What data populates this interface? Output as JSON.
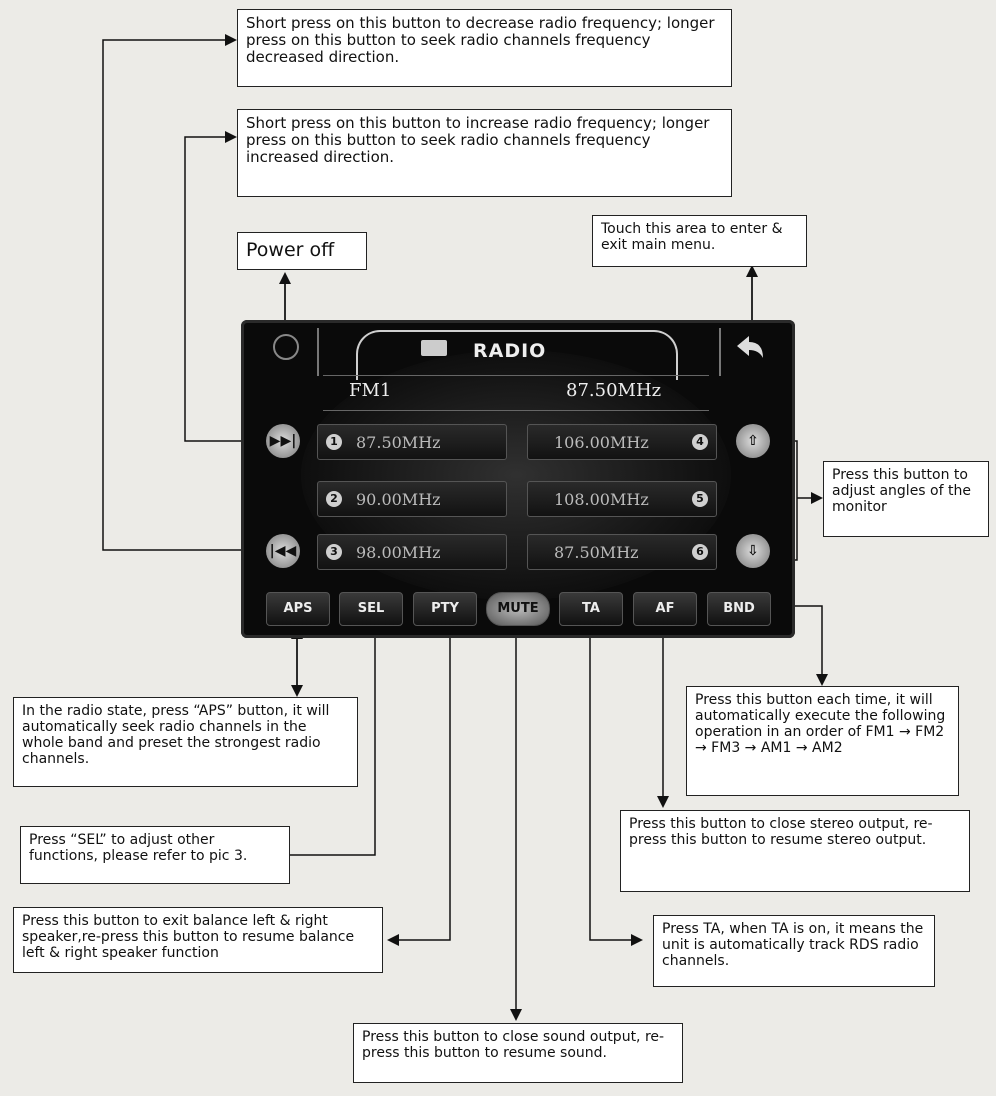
{
  "callouts": {
    "decrease": "Short press on this button to decrease radio frequency; longer press on this button to seek radio channels frequency decreased direction.",
    "increase": "Short press on this button to increase radio frequency; longer press on this button to seek radio channels frequency increased direction.",
    "power_off": "Power off",
    "main_menu": "Touch this area to enter & exit main menu.",
    "angles": "Press this button to adjust angles of the monitor",
    "band": "Press this button each time, it will automatically execute the following operation in an order of FM1 → FM2 → FM3 → AM1 → AM2",
    "aps": "In the radio state, press “APS” button, it will automatically seek radio channels in the whole band and preset the strongest radio channels.",
    "sel": "Press “SEL” to adjust other functions, please refer to pic 3.",
    "af": "Press this button to close stereo output, re-press this button to resume stereo output.",
    "pty": "Press this button to exit balance left & right speaker,re-press this button to resume balance left & right speaker function",
    "ta": "Press TA, when TA is on, it means the unit is automatically track RDS radio channels.",
    "mute": "Press this button to close sound output, re-press this button to resume sound."
  },
  "radio": {
    "title": "RADIO",
    "band": "FM1",
    "frequency": "87.50MHz",
    "presets": [
      {
        "num": "1",
        "freq": "87.50MHz"
      },
      {
        "num": "2",
        "freq": "90.00MHz"
      },
      {
        "num": "3",
        "freq": "98.00MHz"
      },
      {
        "num": "4",
        "freq": "106.00MHz"
      },
      {
        "num": "5",
        "freq": "108.00MHz"
      },
      {
        "num": "6",
        "freq": "87.50MHz"
      }
    ],
    "buttons": {
      "aps": "APS",
      "sel": "SEL",
      "pty": "PTY",
      "mute": "MUTE",
      "ta": "TA",
      "af": "AF",
      "bnd": "BND"
    },
    "icons": {
      "next": "next-track-icon",
      "prev": "previous-track-icon",
      "up": "arrow-up-icon",
      "down": "arrow-down-icon",
      "back": "back-arrow-icon",
      "power": "power-icon"
    }
  }
}
